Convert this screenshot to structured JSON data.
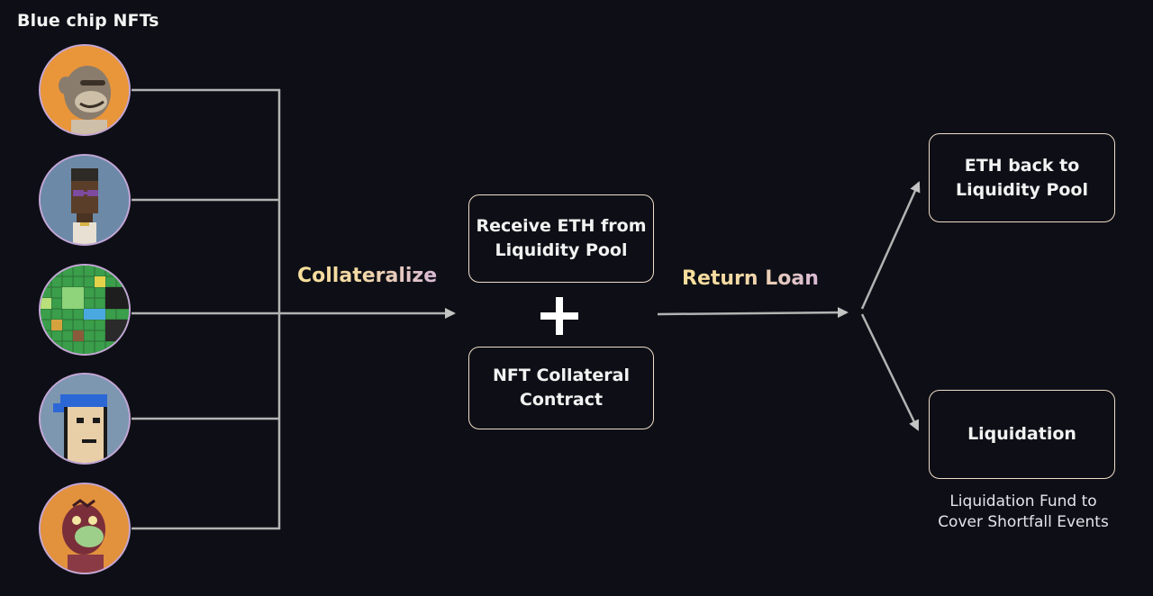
{
  "diagram": {
    "title": "Blue chip NFTs",
    "nfts": [
      {
        "name": "bored-ape-orange",
        "background": "#e9963a"
      },
      {
        "name": "pixel-avatar-sunglasses",
        "background": "#6c8aa8"
      },
      {
        "name": "land-map-tile",
        "background": "#3a9e4a"
      },
      {
        "name": "punk-blue-bandana",
        "background": "#7d97b0"
      },
      {
        "name": "mutant-ape-orange",
        "background": "#e2913d"
      }
    ],
    "edge_labels": {
      "collateralize": "Collateralize",
      "return_loan": "Return Loan"
    },
    "boxes": {
      "receive_eth": "Receive ETH from Liquidity Pool",
      "nft_collateral": "NFT Collateral Contract",
      "eth_back": "ETH back to Liquidity Pool",
      "liquidation": "Liquidation"
    },
    "plus_symbol": "+",
    "liquidation_note": "Liquidation Fund to Cover Shortfall Events",
    "colors": {
      "background": "#0e0f16",
      "line": "#b9b9b9",
      "box_border": "#efdcc8",
      "avatar_border": "#c3a6d6",
      "label_gradient_start": "#f6df9a",
      "label_gradient_end": "#d8b9d6"
    }
  }
}
